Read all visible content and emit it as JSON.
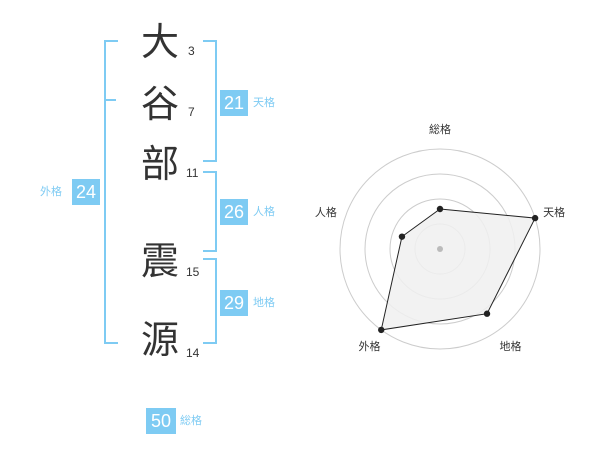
{
  "name": {
    "chars": [
      {
        "char": "大",
        "strokes": "3"
      },
      {
        "char": "谷",
        "strokes": "7"
      },
      {
        "char": "部",
        "strokes": "11"
      },
      {
        "char": "震",
        "strokes": "15"
      },
      {
        "char": "源",
        "strokes": "14"
      }
    ]
  },
  "kaku": {
    "tenkaku": {
      "value": "21",
      "label": "天格"
    },
    "jinkaku": {
      "value": "26",
      "label": "人格"
    },
    "chikaku": {
      "value": "29",
      "label": "地格"
    },
    "gaikaku": {
      "value": "24",
      "label": "外格"
    },
    "soukaku": {
      "value": "50",
      "label": "総格"
    }
  },
  "chart_data": {
    "type": "radar",
    "axes": [
      "総格",
      "天格",
      "地格",
      "外格",
      "人格"
    ],
    "values": [
      2,
      5,
      4,
      5,
      2
    ],
    "max": 5,
    "rings": 4,
    "colors": {
      "fill": "#f0f0f0",
      "line": "#222222",
      "grid": "#cccccc",
      "center": "#bbbbbb"
    }
  }
}
